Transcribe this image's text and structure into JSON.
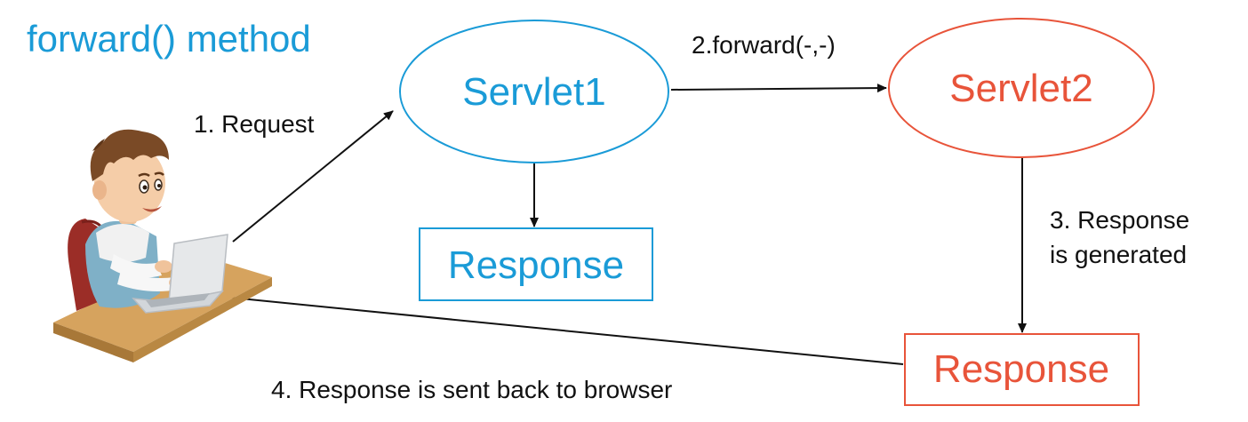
{
  "title": "forward() method",
  "nodes": {
    "servlet1": {
      "label": "Servlet1",
      "color": "#1a9bd7"
    },
    "servlet2": {
      "label": "Servlet2",
      "color": "#e8543a"
    },
    "response1": {
      "label": "Response",
      "color": "#1a9bd7"
    },
    "response2": {
      "label": "Response",
      "color": "#e8543a"
    }
  },
  "steps": {
    "request": "1. Request",
    "forward": "2.forward(-,-)",
    "generated_line1": "3. Response",
    "generated_line2": "is generated",
    "sent_back": "4. Response is sent back to browser"
  },
  "illustration": {
    "icon": "user-at-laptop-icon"
  }
}
